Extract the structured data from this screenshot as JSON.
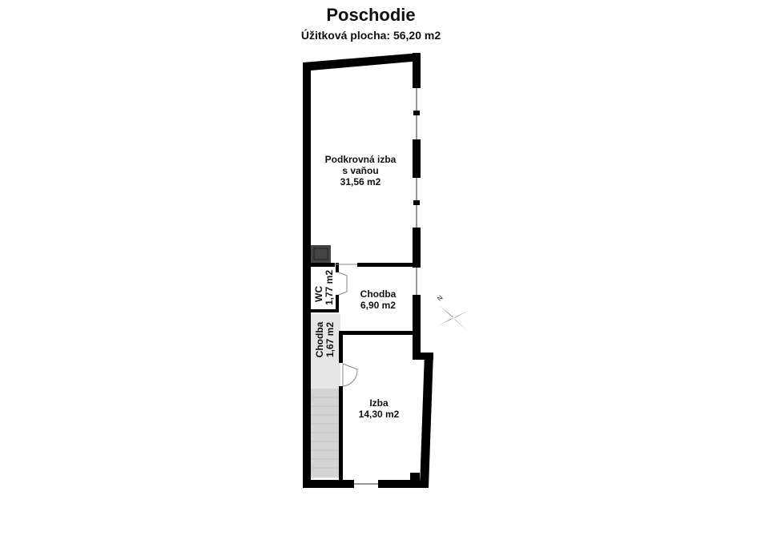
{
  "plan": {
    "title": "Poschodie",
    "subtitle": "Úžitková plocha: 56,20 m2"
  },
  "rooms": {
    "attic": {
      "name_1": "Podkrovná izba",
      "name_2": "s vaňou",
      "area": "31,56 m2"
    },
    "hall": {
      "name": "Chodba",
      "area": "6,90 m2"
    },
    "wc": {
      "name": "WC",
      "area": "1,77 m2"
    },
    "hall_small": {
      "name": "Chodba",
      "area": "1,67 m2"
    },
    "room": {
      "name": "Izba",
      "area": "14,30 m2"
    }
  },
  "compass": {
    "north_label": "N"
  },
  "colors": {
    "wall": "#000000",
    "stairs": "#d9d9d9",
    "door": "#888888",
    "chimney": "#444444"
  }
}
